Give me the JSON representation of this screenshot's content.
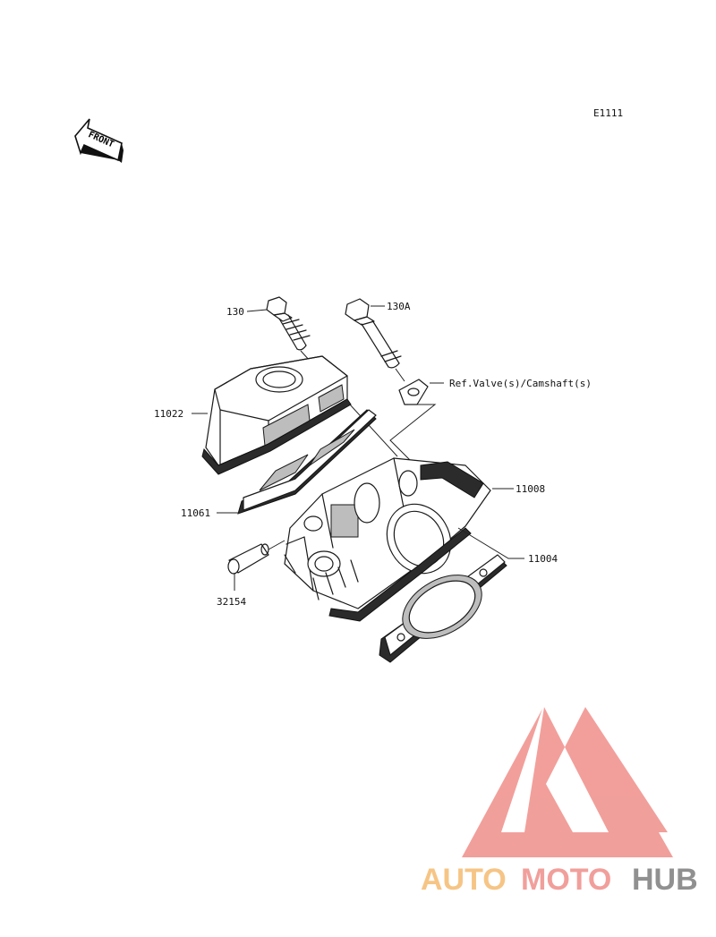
{
  "diagram": {
    "code": "E1111",
    "front_label": "FRONT",
    "callouts": {
      "c130": "130",
      "c130a": "130A",
      "ref": "Ref.Valve(s)/Camshaft(s)",
      "c11022": "11022",
      "c11008": "11008",
      "c11061": "11061",
      "c11004": "11004",
      "c32154": "32154"
    }
  },
  "watermark": {
    "brand_part1": "AUTO",
    "brand_part2": "MOTO",
    "brand_part3": "HUB",
    "colors": {
      "triangle": "#f19a96",
      "auto": "#f6c27f",
      "moto": "#f19a96",
      "hub": "#8b8b8b"
    }
  }
}
